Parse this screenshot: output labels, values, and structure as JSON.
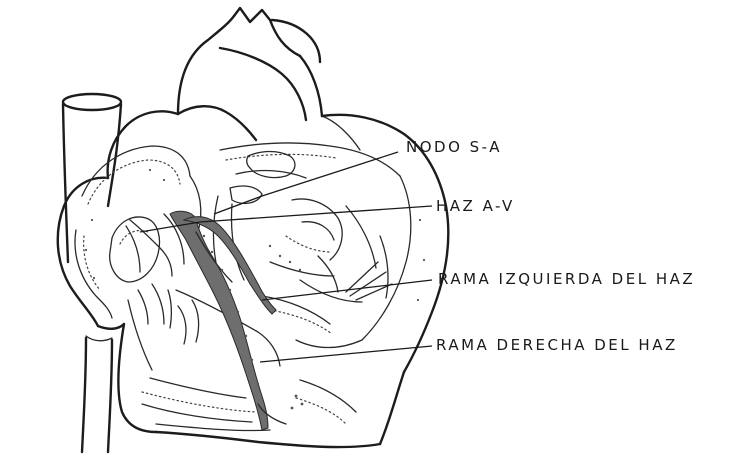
{
  "diagram": {
    "labels": {
      "sa_node": "NODO S-A",
      "av_bundle": "HAZ A-V",
      "left_branch": "RAMA IZQUIERDA DEL HAZ",
      "right_branch": "RAMA DERECHA DEL HAZ"
    },
    "colors": {
      "line": "#1c1c1c",
      "background": "#ffffff",
      "conduction_tissue": "#6e6e6e"
    }
  }
}
